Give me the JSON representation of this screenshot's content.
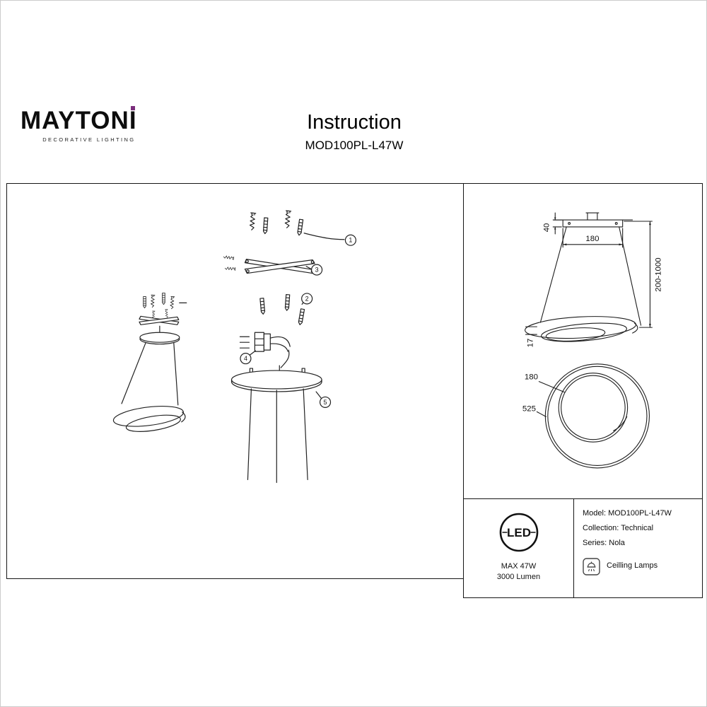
{
  "logo": {
    "brand_prefix": "MAYTON",
    "brand_i": "I",
    "tagline": "DECORATIVE LIGHTING",
    "dot_color": "#7b2e7c"
  },
  "header": {
    "title": "Instruction",
    "model": "MOD100PL-L47W"
  },
  "assembly": {
    "callout_1": "1",
    "callout_2": "2",
    "callout_3": "3",
    "callout_4": "4",
    "callout_5": "5"
  },
  "dimensions": {
    "canopy_height": "40",
    "canopy_diameter": "180",
    "suspension_range": "200-1000",
    "tube_thickness": "17",
    "inner_diameter": "180",
    "outer_diameter": "525"
  },
  "led": {
    "logo": "LED",
    "max_power": "MAX 47W",
    "luminous_flux": "3000 Lumen"
  },
  "info": {
    "model": "Model: MOD100PL-L47W",
    "collection": "Collection: Technical",
    "series": "Series: Nola",
    "category": "Ceilling Lamps"
  }
}
